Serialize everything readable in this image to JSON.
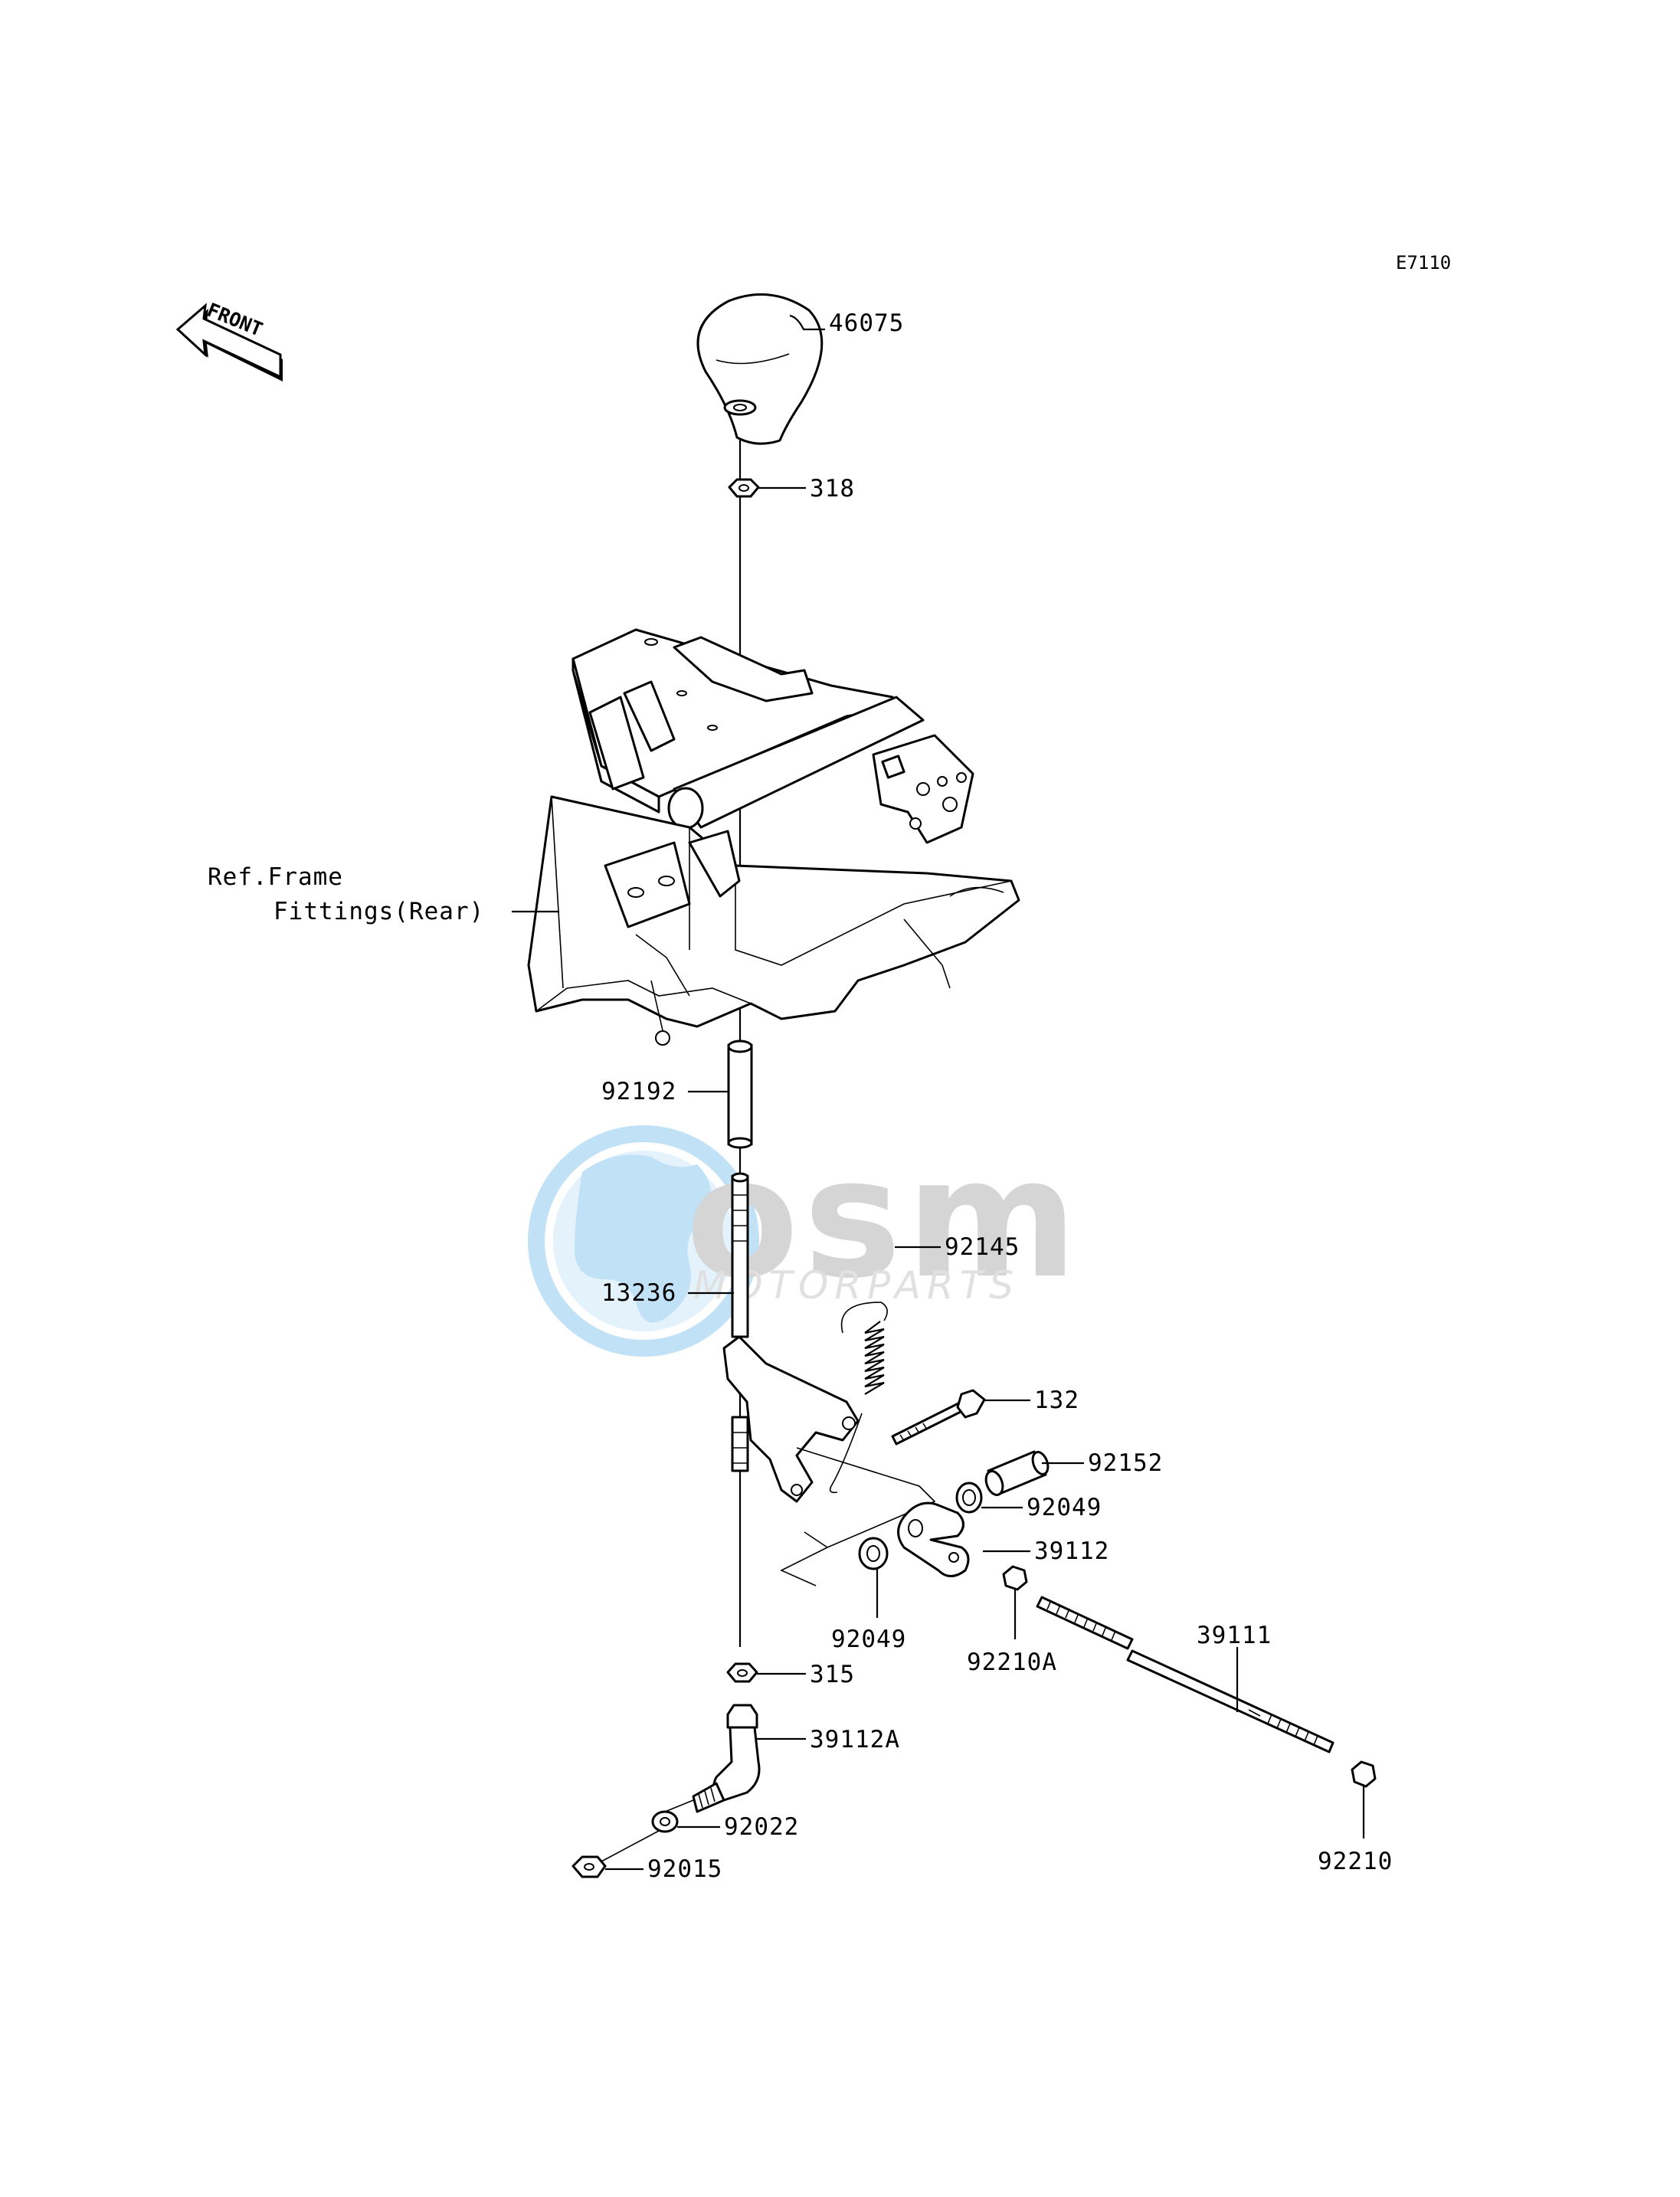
{
  "diagram_code": "E7110",
  "front_arrow": {
    "label": "FRONT",
    "icon": "front-direction-arrow-icon"
  },
  "reference": {
    "line1": "Ref.Frame",
    "line2": "Fittings(Rear)"
  },
  "watermark": {
    "logo_text": "osm",
    "tagline": "MOTORPARTS",
    "icon": "globe-logo-icon"
  },
  "parts": [
    {
      "id": "knob",
      "number": "46075"
    },
    {
      "id": "nut-top",
      "number": "318"
    },
    {
      "id": "collar",
      "number": "92192"
    },
    {
      "id": "spring",
      "number": "92145"
    },
    {
      "id": "lever",
      "number": "13236"
    },
    {
      "id": "bolt",
      "number": "132"
    },
    {
      "id": "pipe",
      "number": "92152"
    },
    {
      "id": "washer-right",
      "number": "92049"
    },
    {
      "id": "joint",
      "number": "39112"
    },
    {
      "id": "washer-left",
      "number": "92049"
    },
    {
      "id": "nut-joint",
      "number": "92210A"
    },
    {
      "id": "rod",
      "number": "39111"
    },
    {
      "id": "nut-lower",
      "number": "315"
    },
    {
      "id": "joint-lower",
      "number": "39112A"
    },
    {
      "id": "washer-bottom",
      "number": "92022"
    },
    {
      "id": "nut-bottom",
      "number": "92015"
    },
    {
      "id": "nut-rod-end",
      "number": "92210"
    }
  ],
  "colors": {
    "line": "#000000",
    "watermark_blue": "#8ec9ef",
    "watermark_grey": "#b3b3b3"
  }
}
